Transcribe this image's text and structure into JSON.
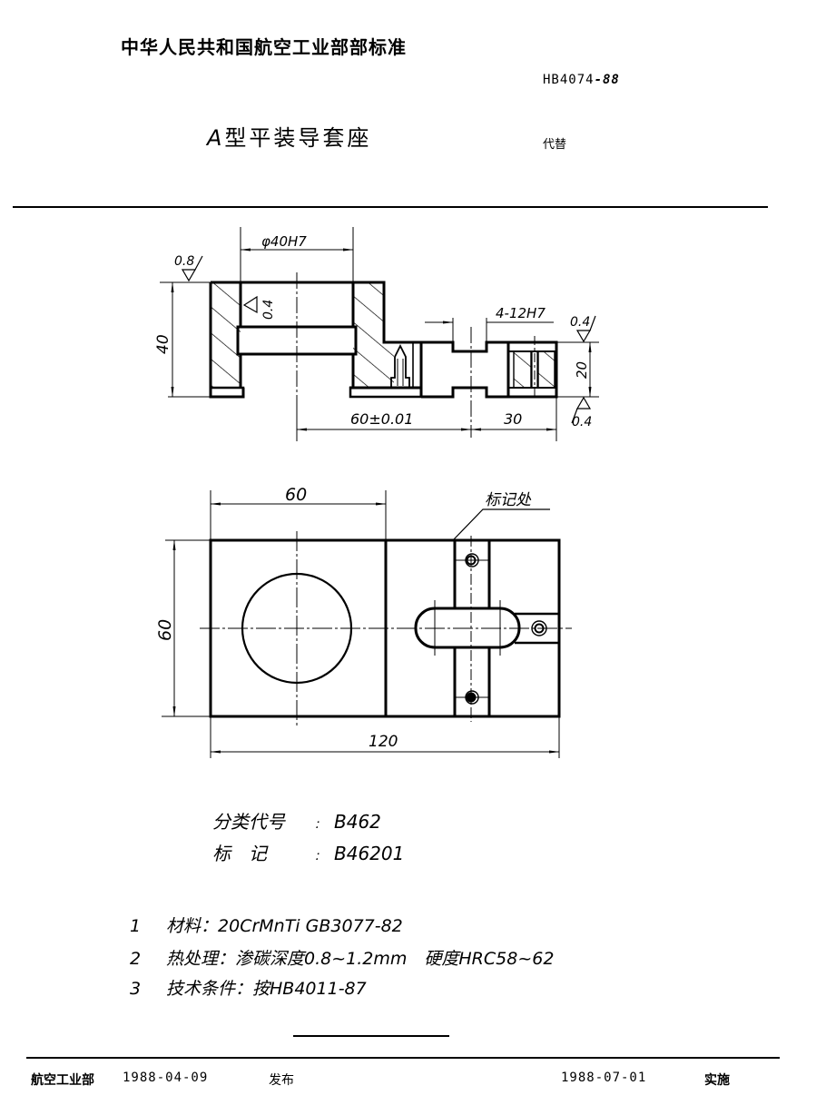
{
  "header": {
    "organization": "中华人民共和国航空工业部部标准",
    "standard_number": "HB4074",
    "standard_year": "-88",
    "title_prefix": "A",
    "title": "型平装导套座",
    "replaces_label": "代替"
  },
  "section_view": {
    "bore_dim": "φ40H7",
    "height_dim": "40",
    "top_roughness": "0.8",
    "bore_roughness": "0.4",
    "slot_dim": "4-12H7",
    "slot_height_dim": "20",
    "slot_top_roughness": "0.4",
    "slot_bottom_roughness": "0.4",
    "center_distance_dim": "60±0.01",
    "end_distance_dim": "30"
  },
  "plan_view": {
    "width_dim": "60",
    "height_dim": "60",
    "length_dim": "120",
    "marking_location_label": "标记处"
  },
  "classification": {
    "code_label": "分类代号",
    "code_value": "B462",
    "mark_label": "标　记",
    "mark_value": "B46201",
    "separator": "："
  },
  "notes": [
    {
      "num": "1",
      "label": "材料：",
      "text": "20CrMnTi  GB3077-82"
    },
    {
      "num": "2",
      "label": "热处理：",
      "text": "渗碳深度0.8~1.2mm　硬度HRC58~62"
    },
    {
      "num": "3",
      "label": "技术条件：",
      "text": "按HB4011-87"
    }
  ],
  "footer": {
    "issuer": "航空工业部",
    "issue_date": "1988-04-09",
    "issue_label": "发布",
    "effective_date": "1988-07-01",
    "effective_label": "实施"
  },
  "colors": {
    "ink": "#000000",
    "paper": "#ffffff"
  }
}
